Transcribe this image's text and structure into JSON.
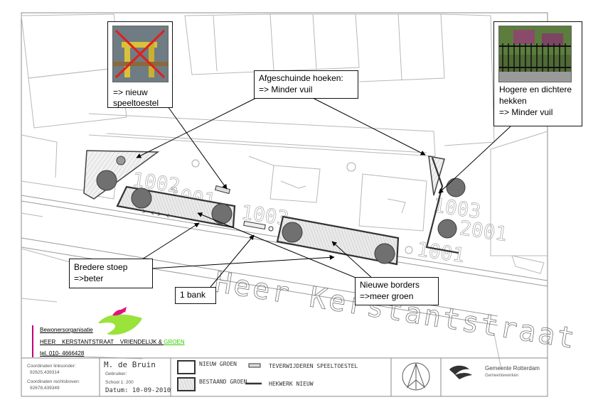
{
  "callouts": {
    "playground": {
      "line1": "=> nieuw",
      "line2": "speeltoestel"
    },
    "corners": {
      "line1": "Afgeschuinde hoeken:",
      "line2": "=> Minder vuil"
    },
    "fences": {
      "line1": "Hogere en dichtere",
      "line2": "hekken",
      "line3": "=> Minder vuil"
    },
    "sidewalk": {
      "line1": "Bredere stoep",
      "line2": "=>beter"
    },
    "bench": {
      "line1": "1 bank"
    },
    "borders": {
      "line1": "Nieuwe borders",
      "line2": "=>meer groen"
    }
  },
  "map": {
    "street_name": "Heer Kerstantstraat",
    "plot_numbers": [
      "1002",
      "1001",
      "1003",
      "1002",
      "1001",
      "1003",
      "2001"
    ]
  },
  "org": {
    "name": "Bewonersorganisatie",
    "full_name_part1": "HEER    KERSTANTSTRAAT    VRIENDELIJK & ",
    "full_name_green": "GROEN",
    "phone": "tel. 010- 4666428",
    "green_color": "#33cc00"
  },
  "titleblock": {
    "coord_lo_label": "Coordinaten linksonder:",
    "coord_lo_value": "92625,439314",
    "coord_rb_label": "Coordinaten rechtsboven:",
    "coord_rb_value": "92678,439349",
    "author": "M. de Bruin",
    "user_label": "Gebruiker:",
    "school": "School 1: 200",
    "date": "Datum:  10-09-2010",
    "legend_new_green": "NIEUW GROEN",
    "legend_existing_green": "BESTAAND GROEN",
    "legend_playground": "TEVERWIJDEREN SPEELTOESTEL",
    "legend_fence": "HEKWERK NIEUW",
    "municipality": "Gemeente Rotterdam",
    "department": "Gemeentewerken"
  }
}
